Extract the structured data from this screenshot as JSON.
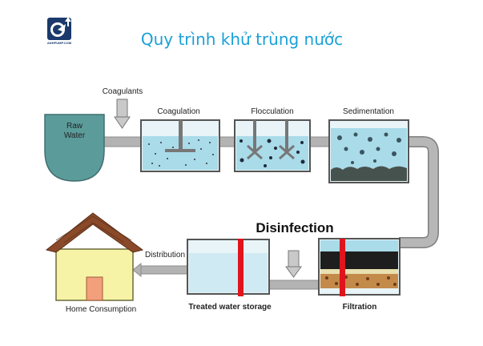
{
  "title": "Quy trình khử trùng nước",
  "logo_text": "ANHPUMP.COM",
  "nodes": {
    "raw_water": {
      "line1": "Raw",
      "line2": "Water"
    },
    "coagulants": "Coagulants",
    "coagulation": "Coagulation",
    "flocculation": "Flocculation",
    "sedimentation": "Sedimentation",
    "disinfection": "Disinfection",
    "filtration": "Filtration",
    "treated_storage": "Treated water storage",
    "distribution": "Distribution",
    "home": "Home Consumption"
  },
  "colors": {
    "title": "#1aa0d8",
    "water": "#a9dbe9",
    "pipe": "#b3b3b3",
    "pipe_edge": "#7f7f7f",
    "disinfect_bar": "#e0141c",
    "house_wall": "#f7f3a6",
    "house_roof": "#8a4a2a",
    "house_door": "#f2a07b"
  },
  "icons": [
    "logo-icon",
    "down-arrow-icon",
    "mixer-icon",
    "house-icon"
  ]
}
